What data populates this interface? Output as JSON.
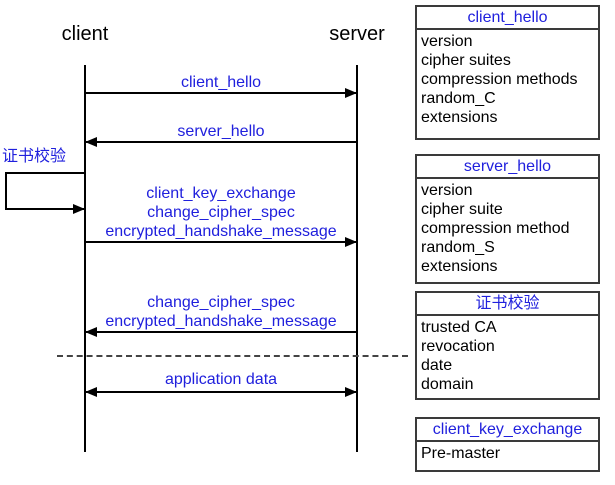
{
  "colors": {
    "accent_blue": "#2020dd",
    "line_black": "#000000",
    "panel_border": "#3a3a3a"
  },
  "actors": {
    "client": "client",
    "server": "server"
  },
  "self_action": {
    "label": "证书校验"
  },
  "messages": [
    {
      "name": "client-hello",
      "direction": "right",
      "lines": [
        "client_hello"
      ]
    },
    {
      "name": "server-hello",
      "direction": "left",
      "lines": [
        "server_hello"
      ]
    },
    {
      "name": "client-key-exchange-group",
      "direction": "right",
      "lines": [
        "client_key_exchange",
        "change_cipher_spec",
        "encrypted_handshake_message"
      ]
    },
    {
      "name": "change-cipher-group",
      "direction": "left",
      "lines": [
        "change_cipher_spec",
        "encrypted_handshake_message"
      ]
    },
    {
      "name": "application-data",
      "direction": "both",
      "lines": [
        "application data"
      ]
    }
  ],
  "panels": [
    {
      "title": "client_hello",
      "items": [
        "version",
        "cipher suites",
        "compression methods",
        "random_C",
        "extensions"
      ]
    },
    {
      "title": "server_hello",
      "items": [
        "version",
        "cipher suite",
        "compression method",
        "random_S",
        "extensions"
      ]
    },
    {
      "title": "证书校验",
      "items": [
        "trusted CA",
        "revocation",
        "date",
        "domain"
      ]
    },
    {
      "title": "client_key_exchange",
      "items": [
        "Pre-master"
      ]
    }
  ]
}
